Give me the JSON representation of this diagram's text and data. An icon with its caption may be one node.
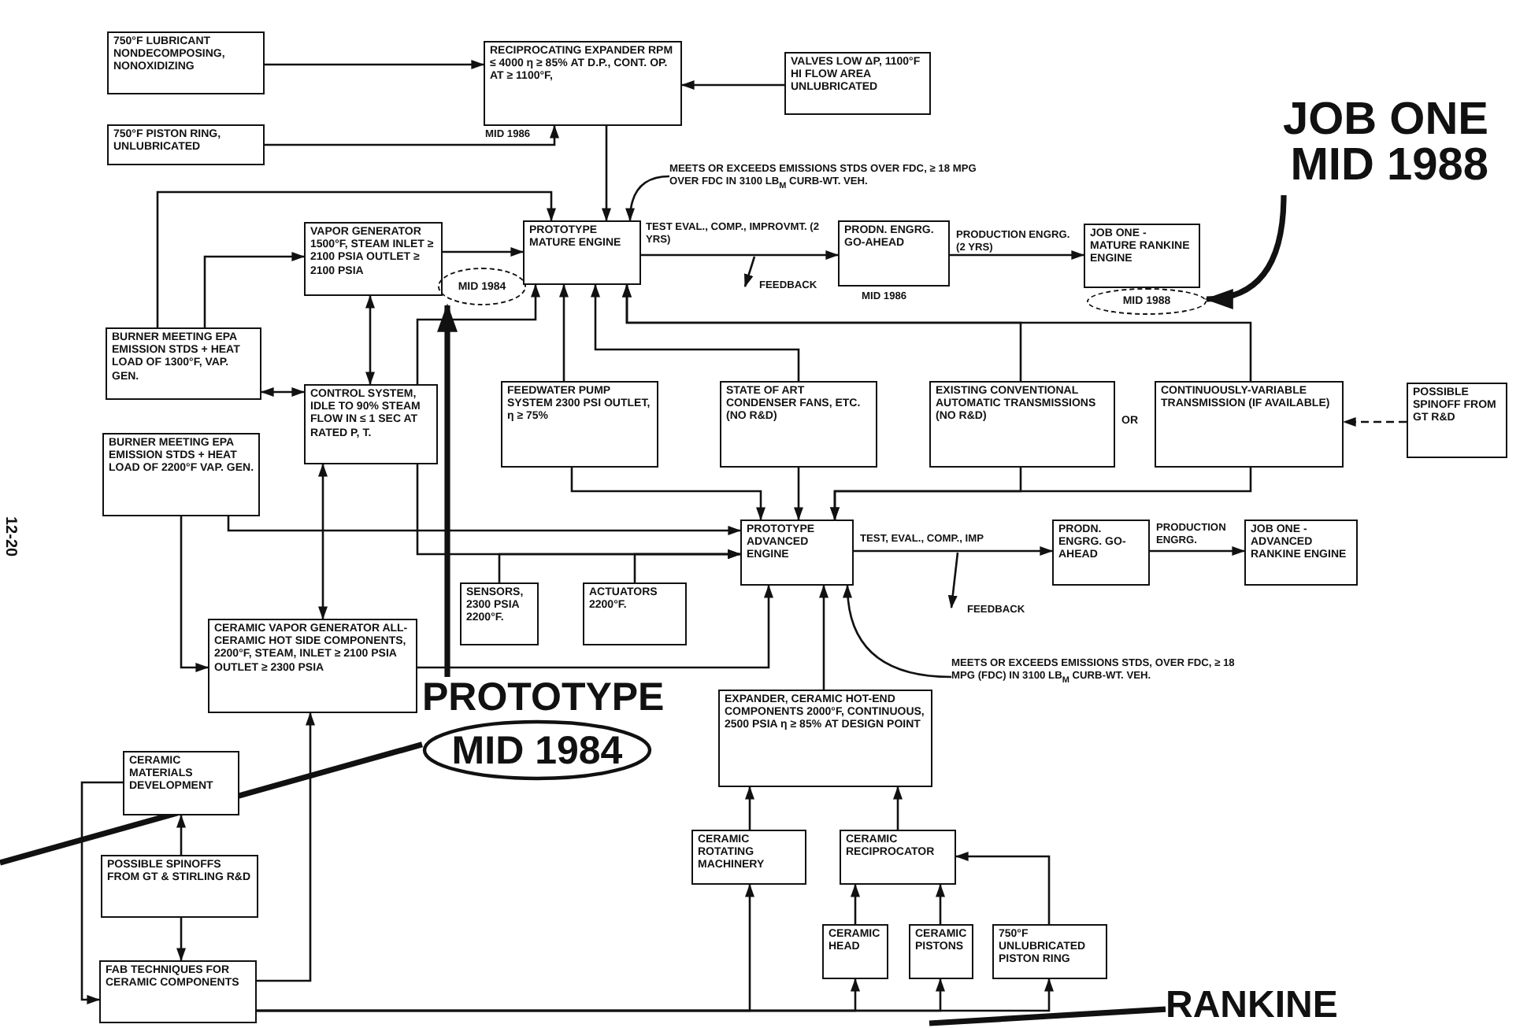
{
  "diagram": {
    "nodes": [
      {
        "text": [
          "750°F LUBRICANT NONDECOMPOSING, NONOXIDIZING"
        ]
      },
      {
        "text": [
          "RECIPROCATING EXPANDER RPM ≤ 4000 η ≥ 85% AT D.P., CONT. OP. AT ≥ 1100°F,"
        ],
        "beside": [
          "MID 1986"
        ]
      },
      {
        "text": [
          "VALVES LOW ΔP, 1100°F HI FLOW AREA UNLUBRICATED"
        ]
      },
      {
        "text": [
          "750°F PISTON RING, UNLUBRICATED"
        ]
      },
      {
        "text": [
          "VAPOR GENERATOR 1500°F, STEAM INLET ≥ 2100 PSIA OUTLET ≥ 2100 PSIA"
        ]
      },
      {
        "text": [
          "MID 1984"
        ]
      },
      {
        "text": [
          "PROTOTYPE MATURE ENGINE"
        ]
      },
      {
        "text": [
          "PRODN. ENGRG. GO-AHEAD"
        ],
        "beside": [
          "MID 1986"
        ]
      },
      {
        "text": [
          "JOB ONE - MATURE RANKINE ENGINE"
        ]
      },
      {
        "text": [
          "MID 1988"
        ]
      },
      {
        "text": [
          "JOB ONE MID 1988"
        ]
      },
      {
        "text": [
          "MEETS OR EXCEEDS EMISSIONS STDS OVER FDC, ≥ 18 MPG OVER FDC IN 3100 LB$_{M}$ CURB-WT. VEH."
        ]
      },
      {
        "text": [
          "BURNER MEETING EPA EMISSION STDS + HEAT LOAD OF 1300°F, VAP. GEN."
        ]
      },
      {
        "text": [
          "CONTROL SYSTEM, IDLE TO 90% STEAM FLOW IN ≤ 1 SEC AT RATED P, T."
        ]
      },
      {
        "text": [
          "FEEDWATER PUMP SYSTEM 2300 PSI OUTLET, η ≥ 75%"
        ]
      },
      {
        "text": [
          "STATE OF ART CONDENSER FANS, ETC. (NO R&D)"
        ]
      },
      {
        "text": [
          "EXISTING CONVENTIONAL AUTOMATIC TRANSMISSIONS (NO R&D)"
        ]
      },
      {
        "text": [
          "CONTINUOUSLY-VARIABLE TRANSMISSION (IF AVAILABLE)"
        ]
      },
      {
        "text": [
          "POSSIBLE SPINOFF FROM GT R&D"
        ]
      },
      {
        "text": [
          "BURNER MEETING EPA EMISSION STDS + HEAT LOAD OF 2200°F VAP. GEN."
        ]
      },
      {
        "text": [
          "PROTOTYPE ADVANCED ENGINE"
        ]
      },
      {
        "text": [
          "PRODN. ENGRG. GO-AHEAD"
        ]
      },
      {
        "text": [
          "JOB ONE - ADVANCED RANKINE ENGINE"
        ]
      },
      {
        "text": [
          "SENSORS, 2300 PSIA 2200°F."
        ]
      },
      {
        "text": [
          "ACTUATORS 2200°F."
        ]
      },
      {
        "text": [
          "CERAMIC VAPOR GENERATOR ALL-CERAMIC HOT SIDE COMPONENTS, 2200°F, STEAM, INLET ≥ 2100 PSIA OUTLET ≥ 2300 PSIA"
        ]
      },
      {
        "text": [
          "PROTOTYPE",
          "MID 1984"
        ]
      },
      {
        "text": [
          "EXPANDER, CERAMIC HOT-END COMPONENTS 2000°F, CONTINUOUS, 2500 PSIA η ≥ 85% AT DESIGN POINT"
        ]
      },
      {
        "text": [
          "MEETS OR EXCEEDS EMISSIONS STDS, OVER FDC, ≥ 18 MPG (FDC) IN 3100 LB$_{M}$ CURB-WT. VEH."
        ]
      },
      {
        "text": [
          "CERAMIC MATERIALS DEVELOPMENT"
        ]
      },
      {
        "text": [
          "POSSIBLE SPINOFFS FROM GT & STIRLING R&D"
        ]
      },
      {
        "text": [
          "FAB TECHNIQUES FOR CERAMIC COMPONENTS"
        ]
      },
      {
        "text": [
          "CERAMIC ROTATING MACHINERY"
        ]
      },
      {
        "text": [
          "CERAMIC RECIPROCATOR"
        ]
      },
      {
        "text": [
          "CERAMIC HEAD"
        ]
      },
      {
        "text": [
          "CERAMIC PISTONS"
        ]
      },
      {
        "text": [
          "750°F UNLUBRICATED PISTON RING"
        ]
      },
      {
        "text": [
          "RANKINE"
        ]
      }
    ],
    "edges": [
      {
        "from": 0,
        "to": 1,
        "arrow": "to"
      },
      {
        "from": 2,
        "to": 1,
        "arrow": "to"
      },
      {
        "from": 3,
        "to": 1,
        "arrow": "to"
      },
      {
        "from": 1,
        "to": 6,
        "arrow": "to"
      },
      {
        "from": 12,
        "to": 6,
        "arrow": "to"
      },
      {
        "from": 12,
        "to": 4,
        "arrow": "to"
      },
      {
        "from": 4,
        "to": 6,
        "arrow": "to"
      },
      {
        "from": 4,
        "to": 13,
        "arrow": "both"
      },
      {
        "from": 13,
        "to": 12,
        "arrow": "both"
      },
      {
        "from": 13,
        "to": 6,
        "arrow": "to"
      },
      {
        "from": 14,
        "to": 6,
        "arrow": "to"
      },
      {
        "from": 15,
        "to": 6,
        "arrow": "to"
      },
      {
        "from": 16,
        "to": 6,
        "arrow": "to"
      },
      {
        "from": 17,
        "to": 6,
        "arrow": "to"
      },
      {
        "from": 6,
        "to": 7,
        "arrow": "to",
        "label": "TEST EVAL., COMP., IMPROVMT. (2 YRS)"
      },
      {
        "from": 7,
        "to": 8,
        "arrow": "to",
        "label": "PRODUCTION ENGRG. (2 YRS)"
      },
      {
        "from": 14,
        "to": 20,
        "arrow": "to"
      },
      {
        "from": 15,
        "to": 20,
        "arrow": "to"
      },
      {
        "from": 16,
        "to": 20,
        "arrow": "to"
      },
      {
        "from": 17,
        "to": 20,
        "arrow": "to"
      },
      {
        "from": 19,
        "to": 20,
        "arrow": "to"
      },
      {
        "from": 13,
        "to": 20,
        "arrow": "to"
      },
      {
        "from": 23,
        "to": 20,
        "arrow": "to"
      },
      {
        "from": 24,
        "to": 20,
        "arrow": "to"
      },
      {
        "from": 25,
        "to": 20,
        "arrow": "to"
      },
      {
        "from": 27,
        "to": 20,
        "arrow": "to"
      },
      {
        "from": 20,
        "to": 21,
        "arrow": "to",
        "label": "TEST, EVAL., COMP., IMP"
      },
      {
        "from": 21,
        "to": 22,
        "arrow": "to",
        "label": "PRODUCTION ENGRG."
      },
      {
        "from": 18,
        "to": 17,
        "arrow": "to",
        "style": "dashed"
      },
      {
        "from": 13,
        "to": 25,
        "arrow": "both"
      },
      {
        "from": 19,
        "to": 25,
        "arrow": "to"
      },
      {
        "from": 31,
        "to": 25,
        "arrow": "to"
      },
      {
        "from": 30,
        "to": 29,
        "arrow": "to"
      },
      {
        "from": 30,
        "to": 31,
        "arrow": "to"
      },
      {
        "from": 29,
        "to": 31,
        "arrow": "to"
      },
      {
        "from": 31,
        "to": 32,
        "arrow": "to"
      },
      {
        "from": 31,
        "to": 34,
        "arrow": "to"
      },
      {
        "from": 31,
        "to": 35,
        "arrow": "to"
      },
      {
        "from": 31,
        "to": 36,
        "arrow": "to"
      },
      {
        "from": 34,
        "to": 33,
        "arrow": "to"
      },
      {
        "from": 35,
        "to": 33,
        "arrow": "to"
      },
      {
        "from": 36,
        "to": 33,
        "arrow": "to"
      },
      {
        "from": 32,
        "to": 27,
        "arrow": "to"
      },
      {
        "from": 33,
        "to": 27,
        "arrow": "to"
      },
      {
        "from": 11,
        "to": 6,
        "arrow": "to"
      },
      {
        "from": 28,
        "to": 20,
        "arrow": "to"
      },
      {
        "from": 26,
        "to": 5,
        "arrow": "to",
        "style": "thick"
      },
      {
        "from": 10,
        "to": 9,
        "arrow": "to",
        "style": "thick"
      },
      {
        "from": null,
        "to": 26,
        "arrow": "none",
        "style": "thick"
      },
      {
        "from": null,
        "to": 37,
        "arrow": "none",
        "style": "thick"
      }
    ],
    "labels": [
      "12-20",
      "FEEDBACK",
      "OR",
      "FEEDBACK"
    ]
  }
}
